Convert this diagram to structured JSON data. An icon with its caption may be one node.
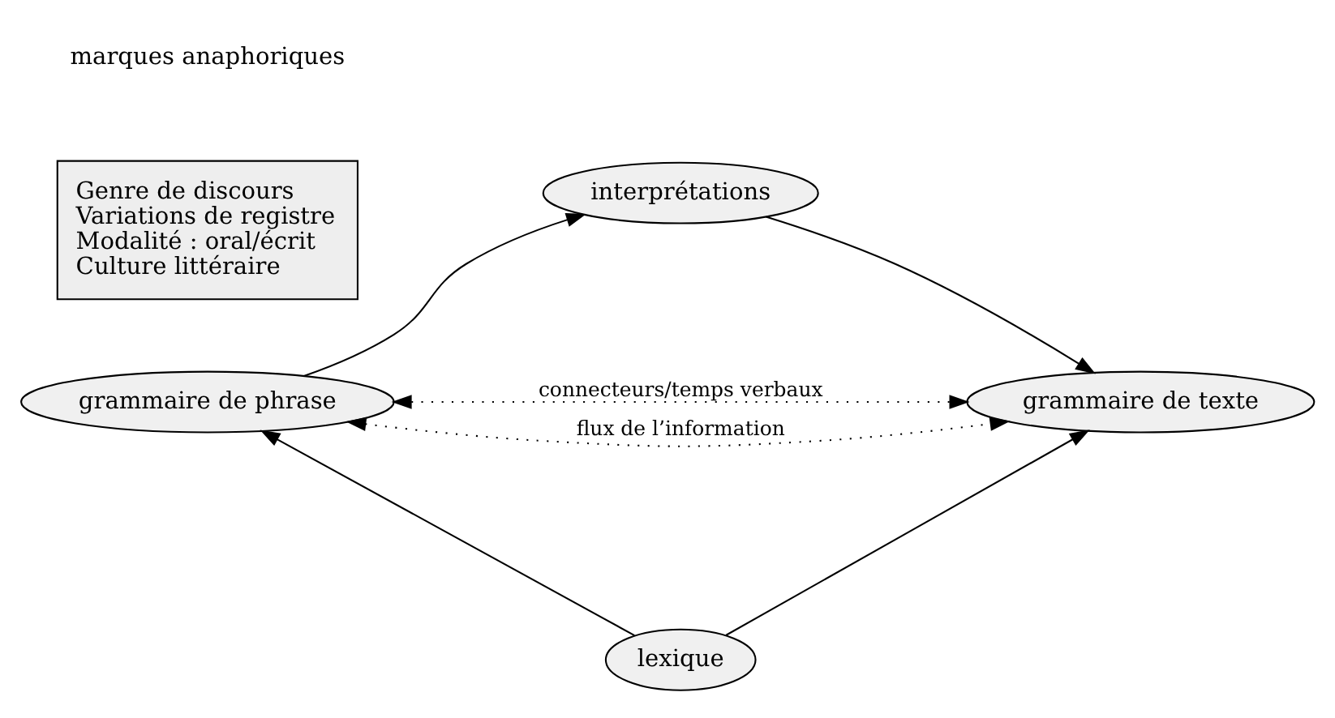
{
  "diagram": {
    "nodes": [
      {
        "text": [
          "grammaire de phrase"
        ]
      },
      {
        "text": [
          "interprétations"
        ]
      },
      {
        "text": [
          "grammaire de texte"
        ]
      },
      {
        "text": [
          "lexique"
        ]
      },
      {
        "text": [
          "Genre de discours",
          "Variations de registre",
          "Modalité : oral/écrit",
          "Culture littéraire"
        ]
      }
    ],
    "edges": [
      {
        "from": 0,
        "to": 1,
        "arrow": "to"
      },
      {
        "from": 1,
        "to": 2,
        "arrow": "to"
      },
      {
        "from": 0,
        "to": 2,
        "arrow": "both",
        "style": "dashed",
        "label": "connecteurs/temps verbaux"
      },
      {
        "from": 0,
        "to": 2,
        "arrow": "both",
        "style": "dashed",
        "label": "flux de l’information"
      },
      {
        "from": 3,
        "to": 0,
        "arrow": "to"
      },
      {
        "from": 3,
        "to": 2,
        "arrow": "to"
      }
    ],
    "labels": [
      "marques anaphoriques"
    ]
  }
}
